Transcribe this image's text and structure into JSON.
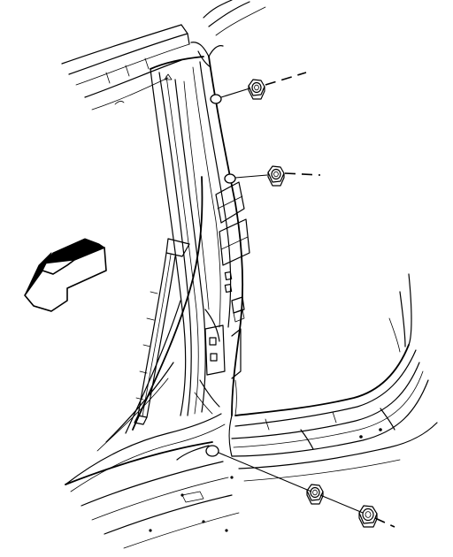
{
  "diagram": {
    "fasteners": [
      {
        "id": "nut-upper-1",
        "kind": "nut"
      },
      {
        "id": "nut-upper-2",
        "kind": "nut"
      },
      {
        "id": "nut-lower-1",
        "kind": "nut"
      },
      {
        "id": "nut-lower-2",
        "kind": "nut"
      }
    ],
    "arrow": {
      "meaning": "vehicle-front",
      "direction": "down-left"
    },
    "colors": {
      "line": "#000000",
      "arrow_fill": "#000000",
      "background": "#ffffff"
    }
  }
}
